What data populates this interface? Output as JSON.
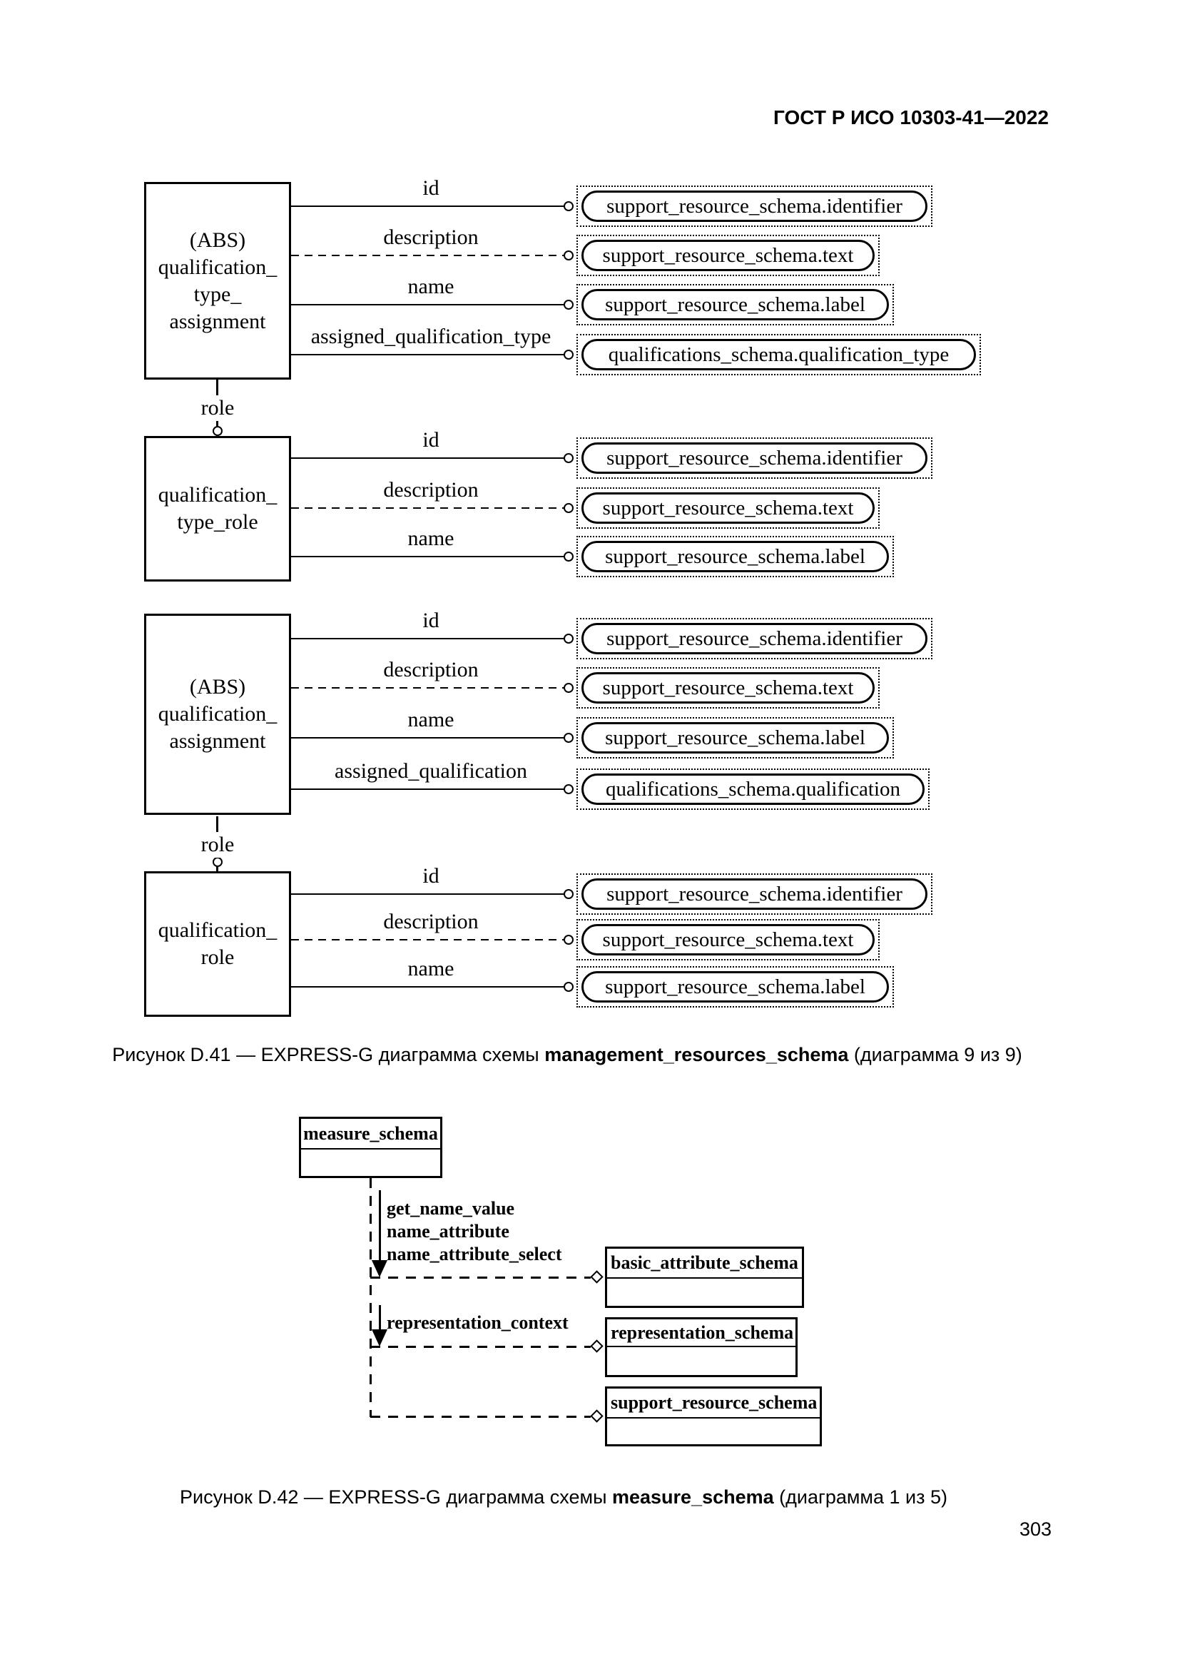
{
  "header": {
    "title": "ГОСТ Р ИСО 10303-41—2022"
  },
  "diagram1": {
    "entities": [
      {
        "title_lines": [
          "(ABS)",
          "qualification_",
          "type_",
          "assignment"
        ]
      },
      {
        "title_lines": [
          "qualification_",
          "type_role"
        ]
      },
      {
        "title_lines": [
          "(ABS)",
          "qualification_",
          "assignment"
        ]
      },
      {
        "title_lines": [
          "qualification_",
          "role"
        ]
      }
    ],
    "attributes": {
      "id": "id",
      "description": "description",
      "name": "name",
      "assigned_qualification_type": "assigned_qualification_type",
      "assigned_qualification": "assigned_qualification",
      "role": "role"
    },
    "targets": {
      "identifier": "support_resource_schema.identifier",
      "text": "support_resource_schema.text",
      "label": "support_resource_schema.label",
      "qualification_type": "qualifications_schema.qualification_type",
      "qualification": "qualifications_schema.qualification"
    }
  },
  "caption1": {
    "prefix": "Рисунок D.41 — EXPRESS-G диаграмма схемы ",
    "bold": "management_resources_schema",
    "suffix": " (диаграмма 9 из 9)"
  },
  "diagram2": {
    "root": "measure_schema",
    "branch1_labels": [
      "get_name_value",
      "name_attribute",
      "name_attribute_select"
    ],
    "branch2_labels": [
      "representation_context"
    ],
    "targets": [
      "basic_attribute_schema",
      "representation_schema",
      "support_resource_schema"
    ]
  },
  "caption2": {
    "prefix": "Рисунок D.42 — EXPRESS-G диаграмма схемы ",
    "bold": "measure_schema",
    "suffix": " (диаграмма 1 из 5)"
  },
  "page_number": "303"
}
